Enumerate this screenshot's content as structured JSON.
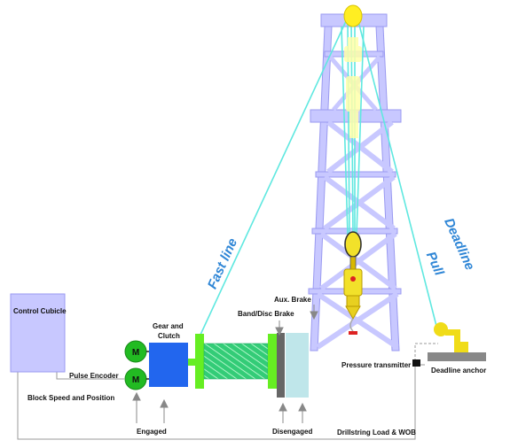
{
  "labels": {
    "control_cubicle": "Control Cubicle",
    "pulse_encoder": "Pulse Encoder",
    "block_speed_position": "Block Speed and Position",
    "gear_clutch_line1": "Gear and",
    "gear_clutch_line2": "Clutch",
    "engaged": "Engaged",
    "aux_brake": "Aux. Brake",
    "band_disc_brake": "Band/Disc Brake",
    "disengaged": "Disengaged",
    "pressure_transmitter": "Pressure transmitter",
    "deadline_anchor": "Deadline anchor",
    "drillstring_load_wob": "Drillstring Load & WOB",
    "fast_line": "Fast line",
    "deadline_pull_line1": "Deadline",
    "deadline_pull_line2": "Pull",
    "motor_top": "M",
    "motor_bottom": "M"
  },
  "colors": {
    "derrick": "#c8c8ff",
    "derrick_stroke": "#9a9af0",
    "cable": "#5fe8e0",
    "crown_block": "#ffee22",
    "travel_block": "#f2e12a",
    "hook": "#d8b800",
    "cubicle": "#c8c8ff",
    "motor": "#22bb22",
    "gearbox": "#2266ee",
    "drum": "#33cc77",
    "drum_flange": "#66ee22",
    "band_brake": "#666666",
    "aux_brake": "#bfe6ea",
    "deadline_anchor": "#f0dc18",
    "anchor_base": "#888888",
    "caption_blue": "#2f86d6"
  }
}
